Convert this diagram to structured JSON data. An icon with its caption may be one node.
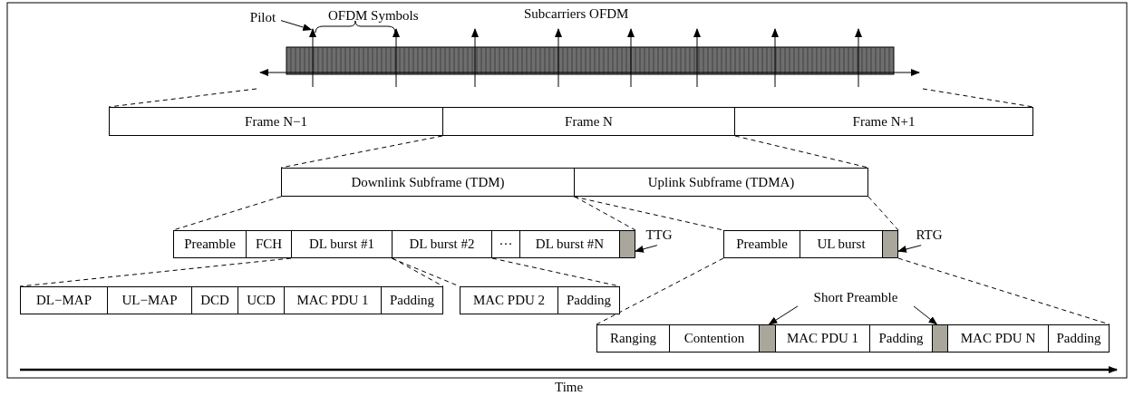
{
  "diagram": {
    "nodes": [
      {
        "text": [
          "Pilot"
        ]
      },
      {
        "text": [],
        "shape": "bar"
      },
      {
        "text": [
          "Frame N−1"
        ]
      },
      {
        "text": [
          "Frame N"
        ]
      },
      {
        "text": [
          "Frame N+1"
        ]
      },
      {
        "text": [
          "Downlink Subframe (TDM)"
        ]
      },
      {
        "text": [
          "Uplink Subframe (TDMA)"
        ]
      },
      {
        "text": [
          "Preamble"
        ]
      },
      {
        "text": [
          "FCH"
        ]
      },
      {
        "text": [
          "DL burst #1"
        ]
      },
      {
        "text": [
          "DL burst #2"
        ]
      },
      {
        "text": [
          "···"
        ]
      },
      {
        "text": [
          "DL burst #N"
        ]
      },
      {
        "text": [],
        "shape": "box"
      },
      {
        "text": [
          "TTG"
        ]
      },
      {
        "text": [
          "Preamble"
        ]
      },
      {
        "text": [
          "UL burst"
        ]
      },
      {
        "text": [],
        "shape": "box"
      },
      {
        "text": [
          "RTG"
        ]
      },
      {
        "text": [
          "DL−MAP"
        ]
      },
      {
        "text": [
          "UL−MAP"
        ]
      },
      {
        "text": [
          "DCD"
        ]
      },
      {
        "text": [
          "UCD"
        ]
      },
      {
        "text": [
          "MAC PDU 1"
        ]
      },
      {
        "text": [
          "Padding"
        ]
      },
      {
        "text": [
          "MAC PDU 2"
        ]
      },
      {
        "text": [
          "Padding"
        ]
      },
      {
        "text": [
          "Short Preamble"
        ]
      },
      {
        "text": [
          "Ranging"
        ]
      },
      {
        "text": [
          "Contention"
        ]
      },
      {
        "text": [],
        "shape": "box"
      },
      {
        "text": [
          "MAC PDU 1"
        ]
      },
      {
        "text": [
          "Padding"
        ]
      },
      {
        "text": [],
        "shape": "box"
      },
      {
        "text": [
          "MAC PDU N"
        ]
      },
      {
        "text": [
          "Padding"
        ]
      }
    ],
    "edges": [
      {
        "from": 0,
        "to": 1,
        "arrow": "to"
      },
      {
        "from": 1,
        "to": 2,
        "arrow": "none",
        "style": "dashed"
      },
      {
        "from": 1,
        "to": 4,
        "arrow": "none",
        "style": "dashed"
      },
      {
        "from": 3,
        "to": 5,
        "arrow": "none",
        "style": "dashed"
      },
      {
        "from": 3,
        "to": 6,
        "arrow": "none",
        "style": "dashed"
      },
      {
        "from": 5,
        "to": 7,
        "arrow": "none",
        "style": "dashed"
      },
      {
        "from": 5,
        "to": 13,
        "arrow": "none",
        "style": "dashed"
      },
      {
        "from": 6,
        "to": 15,
        "arrow": "none",
        "style": "dashed"
      },
      {
        "from": 6,
        "to": 17,
        "arrow": "none",
        "style": "dashed"
      },
      {
        "from": 14,
        "to": 13,
        "arrow": "to"
      },
      {
        "from": 18,
        "to": 17,
        "arrow": "to"
      },
      {
        "from": 9,
        "to": 19,
        "arrow": "none",
        "style": "dashed"
      },
      {
        "from": 9,
        "to": 24,
        "arrow": "none",
        "style": "dashed"
      },
      {
        "from": 10,
        "to": 25,
        "arrow": "none",
        "style": "dashed"
      },
      {
        "from": 10,
        "to": 26,
        "arrow": "none",
        "style": "dashed"
      },
      {
        "from": 15,
        "to": 28,
        "arrow": "none",
        "style": "dashed"
      },
      {
        "from": 17,
        "to": 35,
        "arrow": "none",
        "style": "dashed"
      },
      {
        "from": 27,
        "to": 30,
        "arrow": "to"
      },
      {
        "from": 27,
        "to": 33,
        "arrow": "to"
      }
    ],
    "labels": [
      "OFDM Symbols",
      "Subcarriers OFDM",
      "Time"
    ]
  }
}
